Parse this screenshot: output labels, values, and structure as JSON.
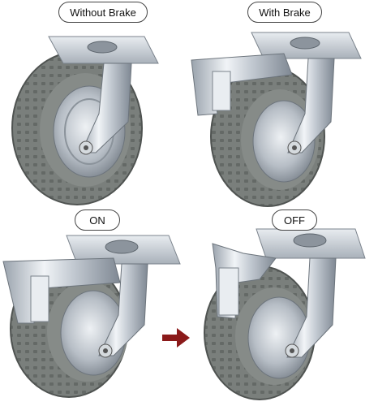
{
  "labels": {
    "without_brake": "Without Brake",
    "with_brake": "With Brake",
    "on": "ON",
    "off": "OFF"
  },
  "colors": {
    "tire": "#7a7f7c",
    "tire_dark": "#5b5f5d",
    "hub": "#c9cdd1",
    "bracket": "#cfd5dc",
    "arrow": "#8b1a1a"
  },
  "panels": [
    {
      "name": "caster-without-brake",
      "brake": false,
      "brake_state": "none"
    },
    {
      "name": "caster-with-brake",
      "brake": true,
      "brake_state": "neutral"
    },
    {
      "name": "caster-brake-on",
      "brake": true,
      "brake_state": "down"
    },
    {
      "name": "caster-brake-off",
      "brake": true,
      "brake_state": "up"
    }
  ],
  "icons": {
    "arrow": "arrow-right-icon"
  }
}
